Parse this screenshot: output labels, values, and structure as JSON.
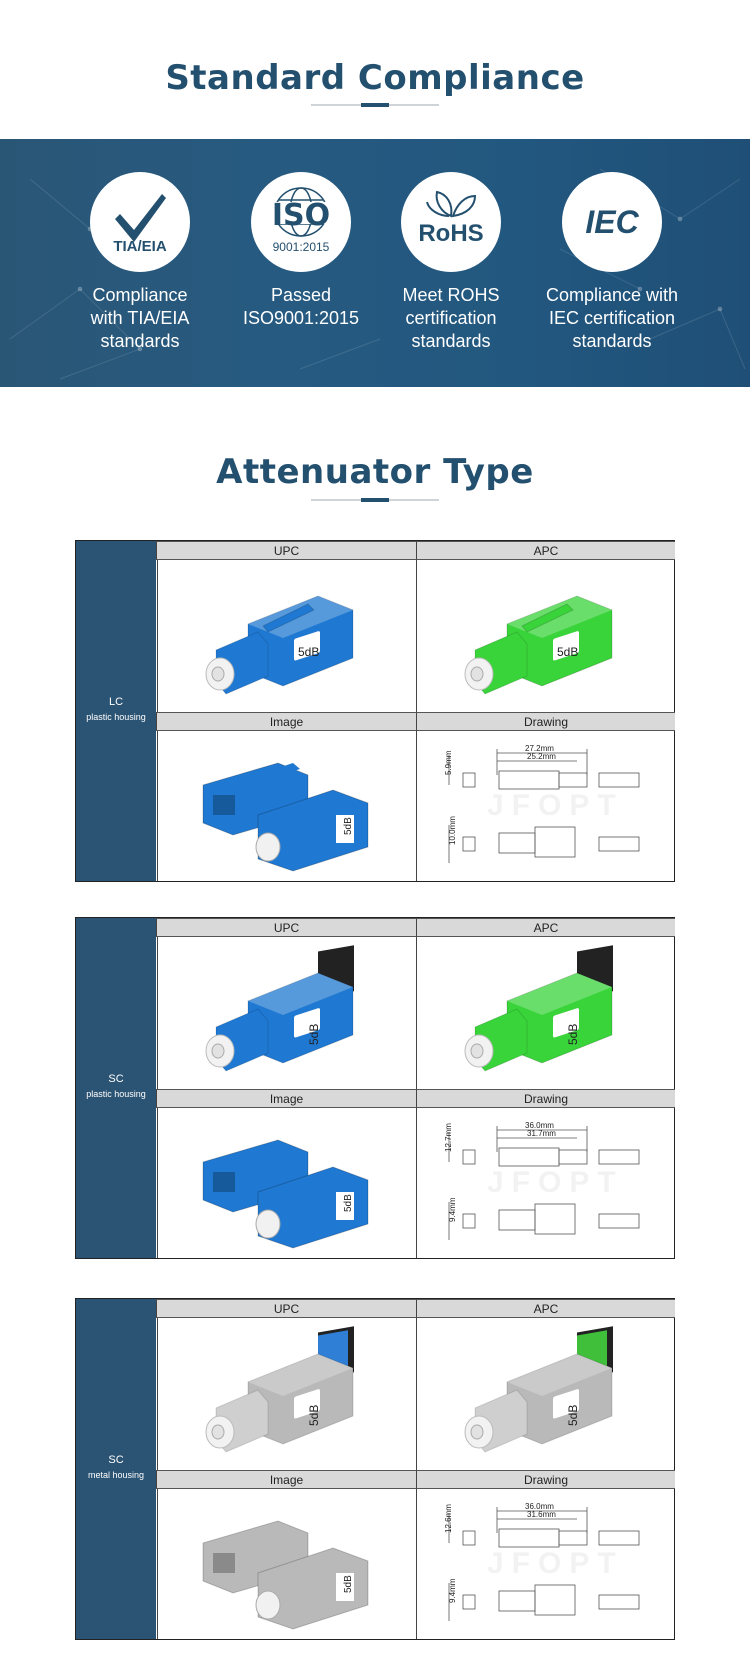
{
  "compliance": {
    "title": "Standard Compliance",
    "badges": [
      {
        "icon": "checkmark-icon",
        "logo": "TIA/EIA",
        "lines": [
          "Compliance",
          "with TIA/EIA",
          "standards"
        ]
      },
      {
        "icon": "globe-icon",
        "logo": "ISO",
        "sub": "9001:2015",
        "lines": [
          "Passed",
          "ISO9001:2015",
          ""
        ]
      },
      {
        "icon": "leaf-icon",
        "logo": "RoHS",
        "lines": [
          "Meet ROHS",
          "certification",
          "standards"
        ]
      },
      {
        "icon": "iec-icon",
        "logo": "IEC",
        "lines": [
          "Compliance with",
          "IEC certification",
          "standards"
        ]
      }
    ]
  },
  "attenuator": {
    "title": "Attenuator Type",
    "headers": {
      "upc": "UPC",
      "apc": "APC",
      "image": "Image",
      "drawing": "Drawing"
    },
    "tables": [
      {
        "type": "LC",
        "housing": "plastic housing",
        "label": "5dB",
        "upc_color": "#1f78d1",
        "apc_color": "#39d33a",
        "body_color": "#1f78d1",
        "dims": {
          "a": "27.2mm",
          "b": "25.2mm",
          "h1": "5.9mm",
          "h2": "10.0mm"
        }
      },
      {
        "type": "SC",
        "housing": "plastic housing",
        "label": "5dB",
        "upc_color": "#1f78d1",
        "apc_color": "#39d33a",
        "body_color": "#1f78d1",
        "dims": {
          "a": "36.0mm",
          "b": "31.7mm",
          "h1": "12.7mm",
          "h2": "9.4mm"
        }
      },
      {
        "type": "SC",
        "housing": "metal housing",
        "label": "5dB",
        "upc_color": "#2f7fd6",
        "apc_color": "#3fbf3a",
        "body_color": "#b9b9b9",
        "dims": {
          "a": "36.0mm",
          "b": "31.6mm",
          "h1": "12.6mm",
          "h2": "9.4mm"
        }
      }
    ]
  },
  "watermark": "JFOPT",
  "colors": {
    "brand_dark": "#24506f",
    "side_panel": "#2b5373",
    "banner": "#275a80",
    "header_gray": "#d9d9d9"
  }
}
